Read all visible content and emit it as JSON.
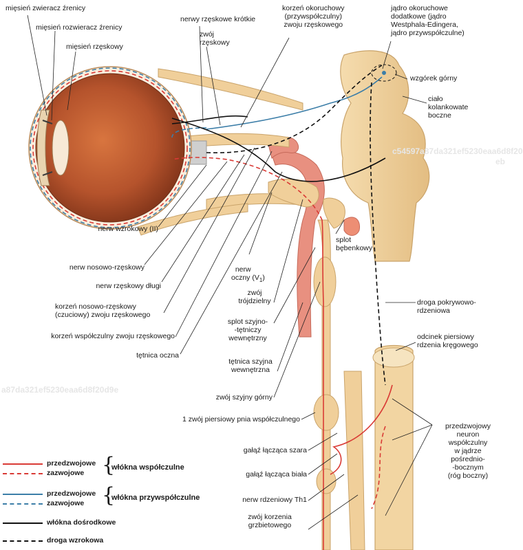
{
  "labels": {
    "zwieracz": "mięsień zwieracz źrenicy",
    "rozwieracz": "mięsień rozwieracz źrenicy",
    "rzeskowy": "mięsień rzęskowy",
    "nerwy_krotkie": "nerwy rzęskowe krótkie",
    "zwoj_rzeskowy": "zwój\nrzęskowy",
    "korzen_okoruchowy": "korzeń okoruchowy\n(przywspółczulny)\nzwoju rzęskowego",
    "jadro": "jądro okoruchowe\ndodatkowe (jądro\nWestphala-Edingera,\njądro przywspółczulne)",
    "wzgorek": "wzgórek górny",
    "cialo": "ciało\nkolankowate\nboczne",
    "nerw_wzrokowy": "nerw wzrokowy (II)",
    "nosowo_rzeskowy": "nerw nosowo-rzęskowy",
    "rzeskowy_dlugi": "nerw rzęskowy długi",
    "korzen_nosowo": "korzeń nosowo-rzęskowy\n(czuciowy) zwoju rzęskowego",
    "korzen_wspolczulny": "korzeń współczulny zwoju rzęskowego",
    "tetnica_oczna": "tętnica oczna",
    "nerw_oczny": "nerw\noczny (V",
    "nerw_oczny_sub": "1",
    "splot_klinowy": "splot\nbębenkowy",
    "zwoj_trojdzielny": "zwój\ntrójdzielny",
    "splot_szyjny": "splot szyjno-\n-tętniczy\nwewnętrzny",
    "tetnica_szyjna": "tętnica szyjna\nwewnętrzna",
    "zwoj_szyjny": "zwój szyjny górny",
    "droga_pokrywowo": "droga pokrywowo-\nrdzeniowa",
    "odcinek": "odcinek piersiowy\nrdzenia kręgowego",
    "zwoj_piersiowy": "1 zwój piersiowy pnia współczulnego",
    "galaz_szara": "gałąź łącząca szara",
    "galaz_biala": "gałąź łącząca biała",
    "nerw_rdzeniowy": "nerw rdzeniowy Th1",
    "zwoj_korzenia": "zwój korzenia\ngrzbietowego",
    "neuron": "przedzwojowy\nneuron\nwspółczulny\nw jądrze\npośrednio-\n-bocznym\n(róg boczny)"
  },
  "watermarks": {
    "wm1": "a87da321ef5230eaa6d8f20d9e",
    "wm2": "c54597a87da321ef5230eaa6d8f20",
    "wm3": "eb"
  },
  "legend": {
    "rows": [
      {
        "text": "przedzwojowe",
        "color": "#d93a35",
        "style": "solid"
      },
      {
        "text": "zazwojowe",
        "color": "#d93a35",
        "style": "dashed"
      },
      {
        "text": "przedzwojowe",
        "color": "#3c7ea8",
        "style": "solid"
      },
      {
        "text": "zazwojowe",
        "color": "#3c7ea8",
        "style": "dashed"
      },
      {
        "text": "włókna dośrodkowe",
        "color": "#111111",
        "style": "solid"
      },
      {
        "text": "droga wzrokowa",
        "color": "#111111",
        "style": "dashed"
      }
    ],
    "group_sympathetic": "włókna współczulne",
    "group_parasympathetic": "włókna przywspółczulne"
  },
  "colors": {
    "sympathetic": "#d93a35",
    "parasympathetic": "#3c7ea8",
    "afferent": "#111111",
    "nerve_fill": "#f0cf9a",
    "nerve_stroke": "#c9a36a",
    "brainstem": "#f2d5a2",
    "artery": "#e89080",
    "eye_interior": "#b5532c"
  }
}
